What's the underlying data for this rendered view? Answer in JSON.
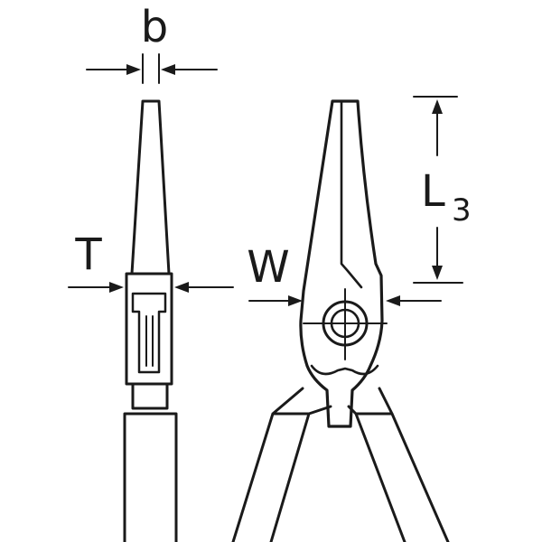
{
  "labels": {
    "b": "b",
    "T": "T",
    "W": "W",
    "L": "L",
    "L_subscript": "3"
  },
  "colors": {
    "ink": "#1a1a1a",
    "background": "#ffffff"
  }
}
